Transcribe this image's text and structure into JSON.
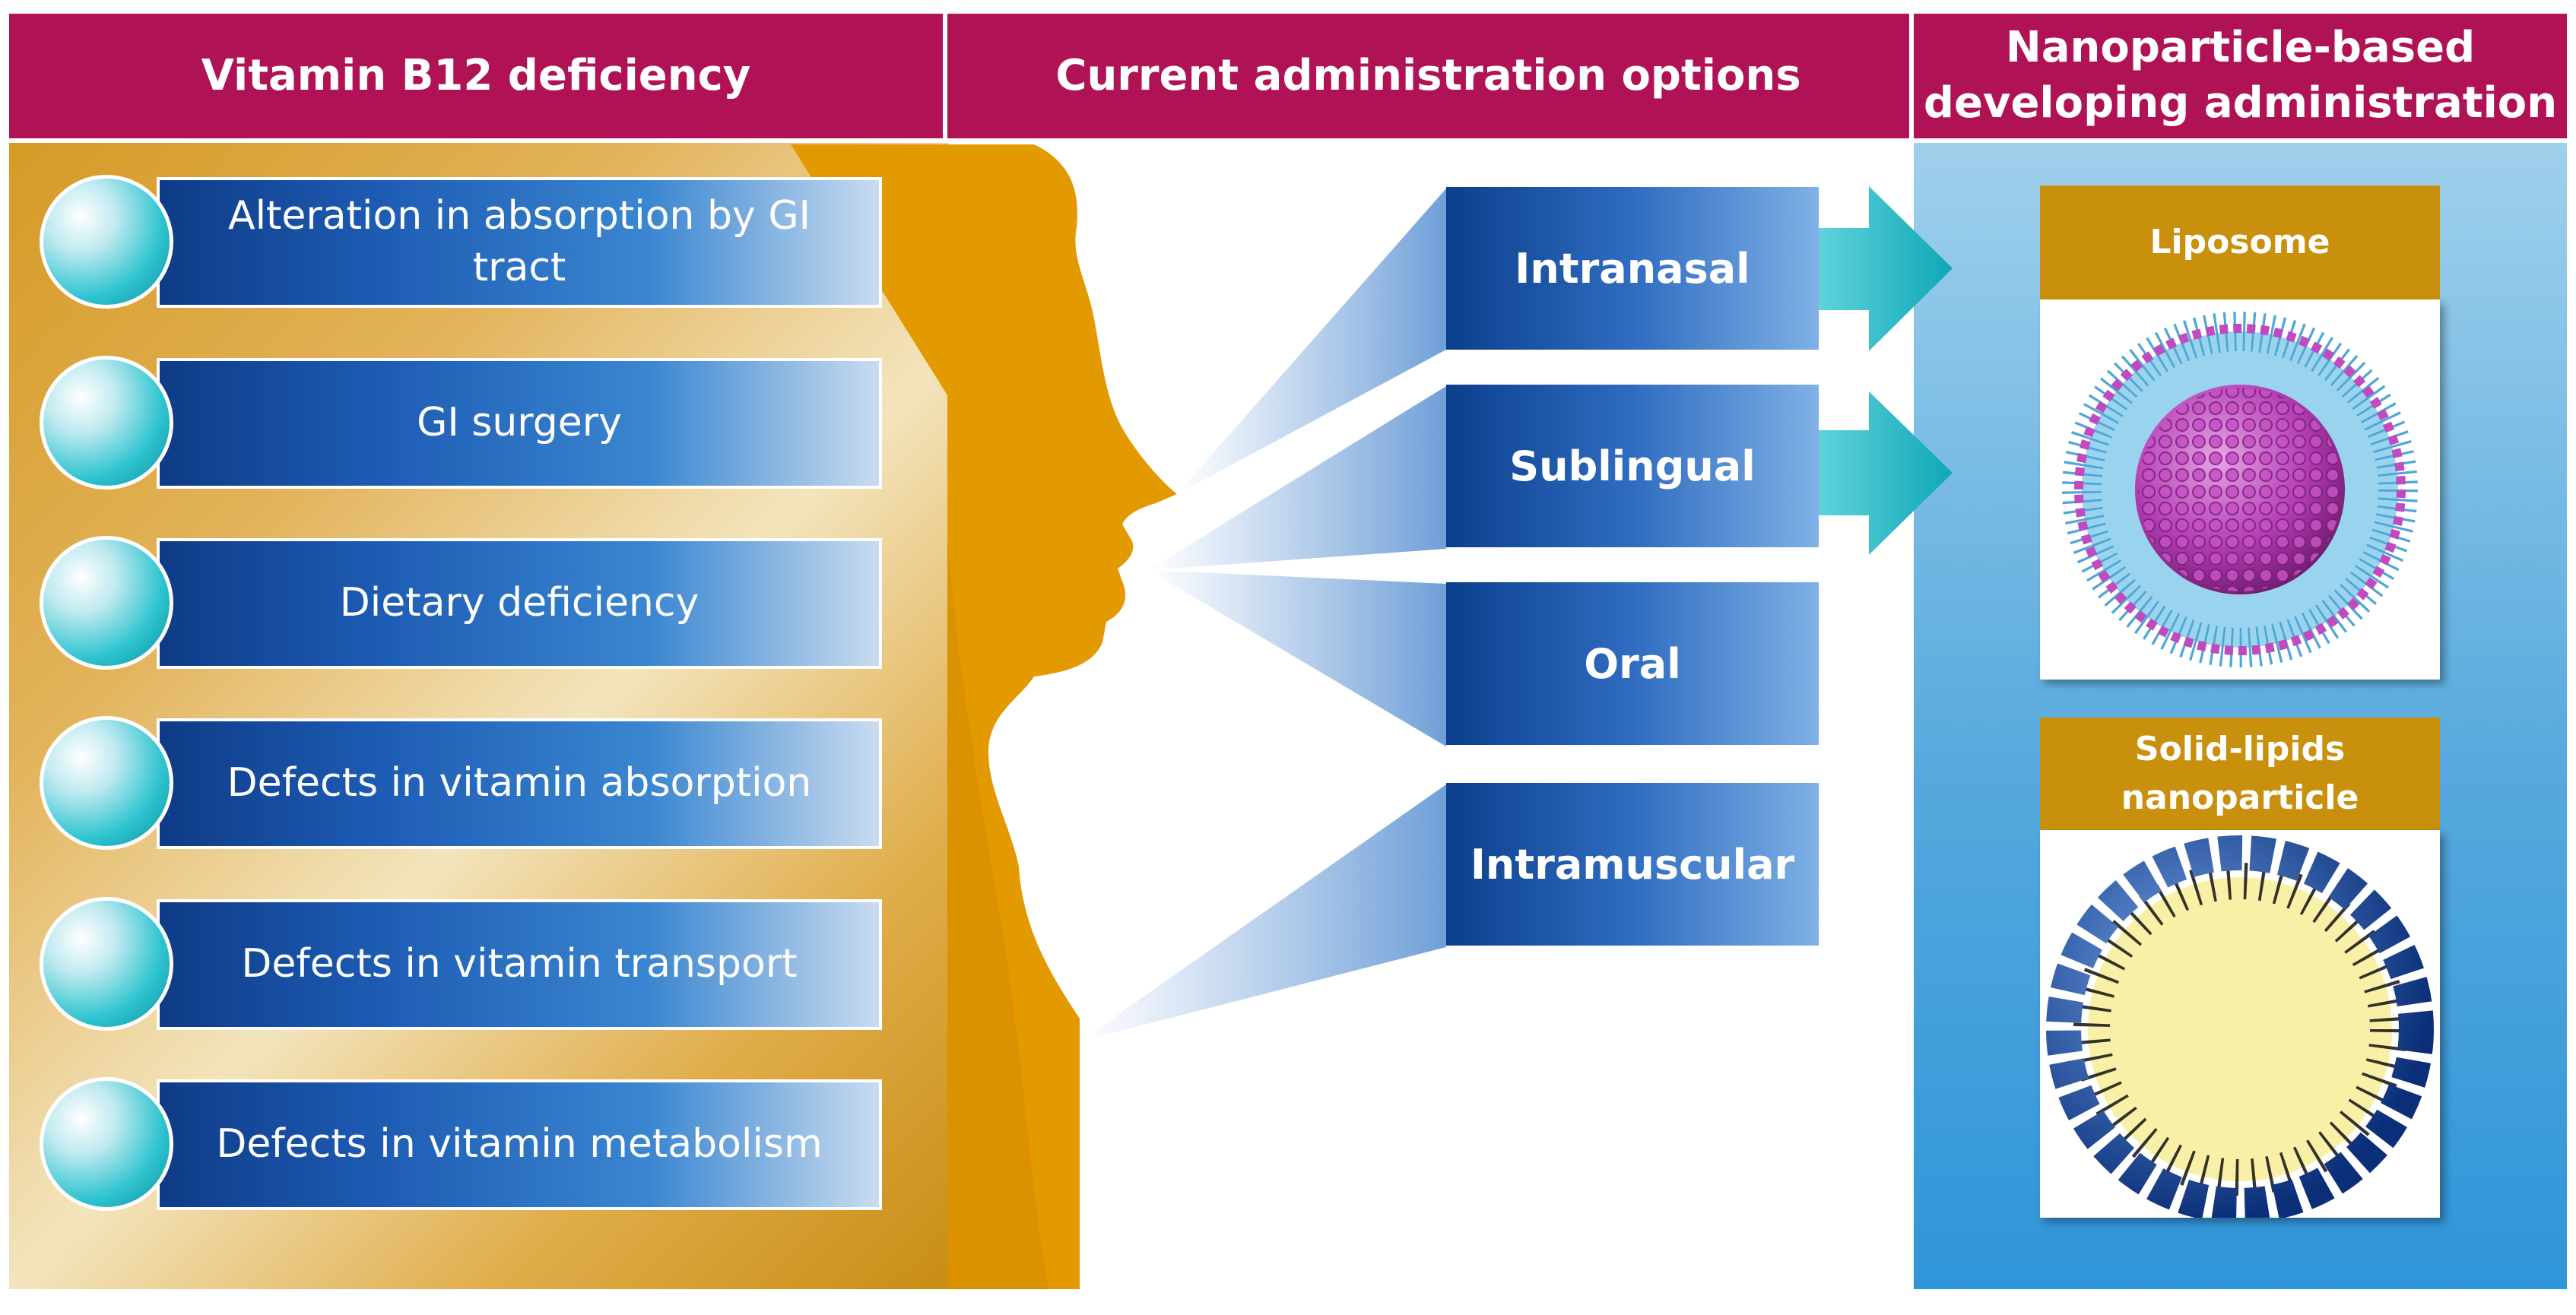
{
  "headers": {
    "col1": "Vitamin B12 deficiency",
    "col2": "Current administration options",
    "col3_line1": "Nanoparticle-based",
    "col3_line2": "developing administration"
  },
  "causes": [
    {
      "line1": "Alteration in absorption by GI",
      "line2": "tract"
    },
    {
      "line1": "GI surgery"
    },
    {
      "line1": "Dietary deficiency"
    },
    {
      "line1": "Defects in vitamin absorption"
    },
    {
      "line1": "Defects in vitamin transport"
    },
    {
      "line1": "Defects in vitamin metabolism"
    }
  ],
  "routes": [
    "Intranasal",
    "Sublingual",
    "Oral",
    "Intramuscular"
  ],
  "nanoparticles": {
    "liposome": "Liposome",
    "sln_line1": "Solid-lipids",
    "sln_line2": "nanoparticle"
  },
  "colors": {
    "header": "#b01256",
    "silhouette": "#e39a00",
    "route_box": "#1f5cb0",
    "arrow": "#14b3c0",
    "card_title": "#c8900c",
    "liposome_head": "#b83db8",
    "sln_head": "#0d3a86",
    "sln_core": "#f7f0a6"
  }
}
